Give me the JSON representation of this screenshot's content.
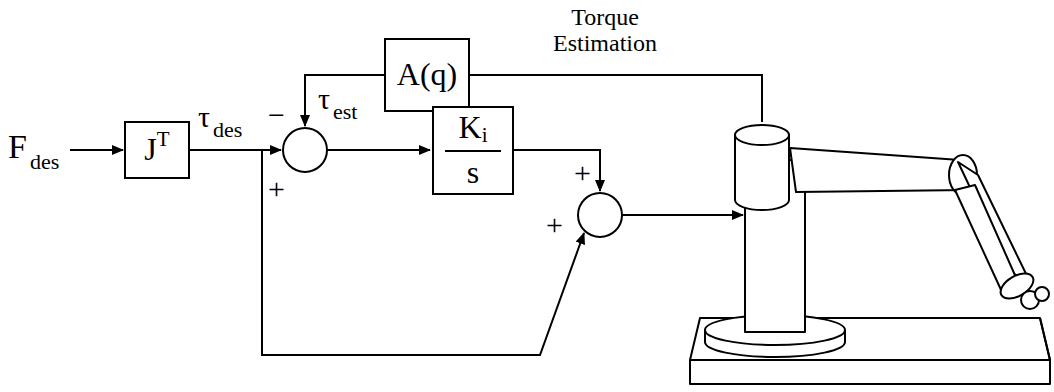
{
  "diagram": {
    "nodes": [
      {
        "text": [
          "J",
          "T"
        ]
      },
      {
        "text": [
          "A(q)"
        ]
      },
      {
        "text": [
          "K",
          "i",
          "s"
        ]
      }
    ],
    "labels": [
      "F",
      "des",
      "τ",
      "des",
      "−",
      "+",
      "τ",
      "est",
      "Torque Estimation",
      "+",
      "+"
    ]
  }
}
